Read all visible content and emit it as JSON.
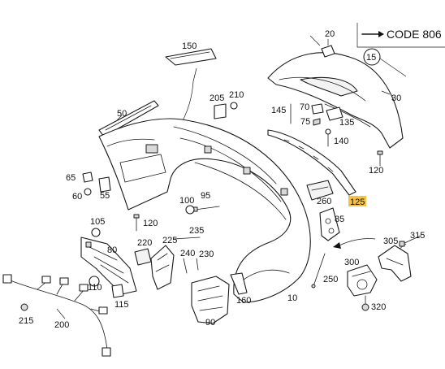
{
  "code_box": {
    "label": "CODE 806"
  },
  "highlight_color": "#f5c242",
  "callouts": {
    "c10": "10",
    "c15": "15",
    "c20": "20",
    "c30": "30",
    "c50": "50",
    "c55": "55",
    "c60": "60",
    "c65": "65",
    "c70": "70",
    "c75": "75",
    "c80": "80",
    "c85": "85",
    "c90": "90",
    "c95": "95",
    "c100": "100",
    "c105": "105",
    "c110": "110",
    "c115": "115",
    "c120a": "120",
    "c120b": "120",
    "c125": "125",
    "c135": "135",
    "c140": "140",
    "c145": "145",
    "c150": "150",
    "c160": "160",
    "c200": "200",
    "c205": "205",
    "c210": "210",
    "c215": "215",
    "c220": "220",
    "c225": "225",
    "c230": "230",
    "c235": "235",
    "c240": "240",
    "c250": "250",
    "c260": "260",
    "c300": "300",
    "c305": "305",
    "c315": "315",
    "c320": "320"
  }
}
